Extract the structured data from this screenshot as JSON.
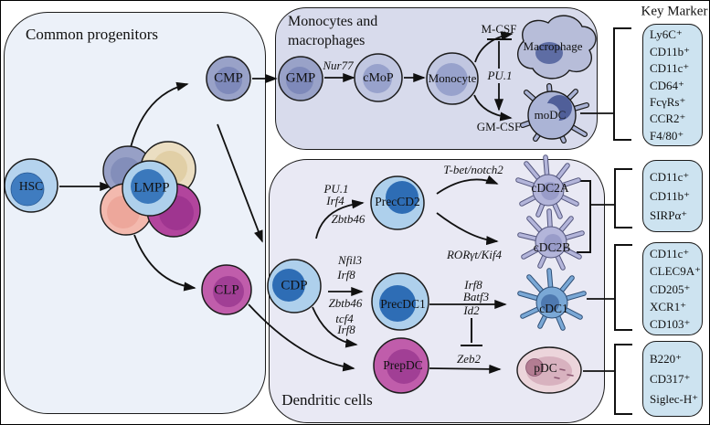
{
  "figure": {
    "panels": {
      "progenitors": {
        "title": "Common progenitors"
      },
      "monocytes": {
        "title_line1": "Monocytes and",
        "title_line2": "macrophages"
      },
      "dendritic": {
        "title": "Dendritic cells"
      }
    },
    "cells": {
      "hsc": "HSC",
      "lmpp": "LMPP",
      "cmp": "CMP",
      "clp": "CLP",
      "gmp": "GMP",
      "cmop": "cMoP",
      "monocyte": "Monocyte",
      "macrophage": "Macrophage",
      "modc": "moDC",
      "cdp": "CDP",
      "preccd2": "PrecCD2",
      "precdc1": "PrecDC1",
      "prepdc": "PrepDC",
      "cdc2a": "cDC2A",
      "cdc2b": "cDC2B",
      "cdc1": "cDC1",
      "pdc": "pDC"
    },
    "factors": {
      "nur77": "Nur77",
      "mcsf": "M-CSF",
      "gmcsf": "GM-CSF",
      "pu1_mono": "PU.1",
      "pu1": "PU.1",
      "irf4": "Irf4",
      "zbtb46_cdc2": "Zbtb46",
      "tbet_notch2": "T-bet/notch2",
      "roryt_kif4": "RORγt/Kif4",
      "nfil3": "Nfil3",
      "irf8_a": "Irf8",
      "zbtb46_cdc1": "Zbtb46",
      "tcf4": "tcf4",
      "irf8_b": "Irf8",
      "irf8_c": "Irf8",
      "batf3": "Batf3",
      "id2": "Id2",
      "zeb2": "Zeb2"
    },
    "key_marker": {
      "title": "Key Marker",
      "boxes": [
        {
          "target": "moDC",
          "markers": [
            "Ly6C⁺",
            "CD11b⁺",
            "CD11c⁺",
            "CD64⁺",
            "FcγRs⁺",
            "CCR2⁺",
            "F4/80⁺"
          ]
        },
        {
          "target": "cDC2A/cDC2B",
          "markers": [
            "CD11c⁺",
            "CD11b⁺",
            "SIRPα⁺"
          ]
        },
        {
          "target": "cDC1",
          "markers": [
            "CD11c⁺",
            "CLEC9A⁺",
            "CD205⁺",
            "XCR1⁺",
            "CD103⁺"
          ]
        },
        {
          "target": "pDC",
          "markers": [
            "B220⁺",
            "CD317⁺",
            "Siglec-H⁺"
          ]
        }
      ]
    },
    "colors": {
      "panel_progenitors_bg": "#ecf1f9",
      "panel_monocytes_bg": "#d8dbec",
      "panel_dendritic_bg": "#e9e9f4",
      "marker_box_bg": "#cde3f0",
      "outline": "#1c1c1c",
      "blue_cell": "#aed0ec",
      "blue_nucleus": "#2e6db5",
      "periwinkle_cell": "#99a2c8",
      "periwinkle_nucleus": "#7e89ba",
      "light_periwinkle_cell": "#c1c7e1",
      "magenta_cell": "#c05dab",
      "magenta_nucleus": "#a13f95",
      "cream_cell": "#ebdec2",
      "pink_cell": "#f3b9ae",
      "macrophage_body": "#b7bdd9",
      "modc_body": "#abb4d6",
      "cdc2_body": "#b3b5da",
      "cdc1_body": "#7aa8d6",
      "pdc_body": "#ecd5db"
    }
  }
}
